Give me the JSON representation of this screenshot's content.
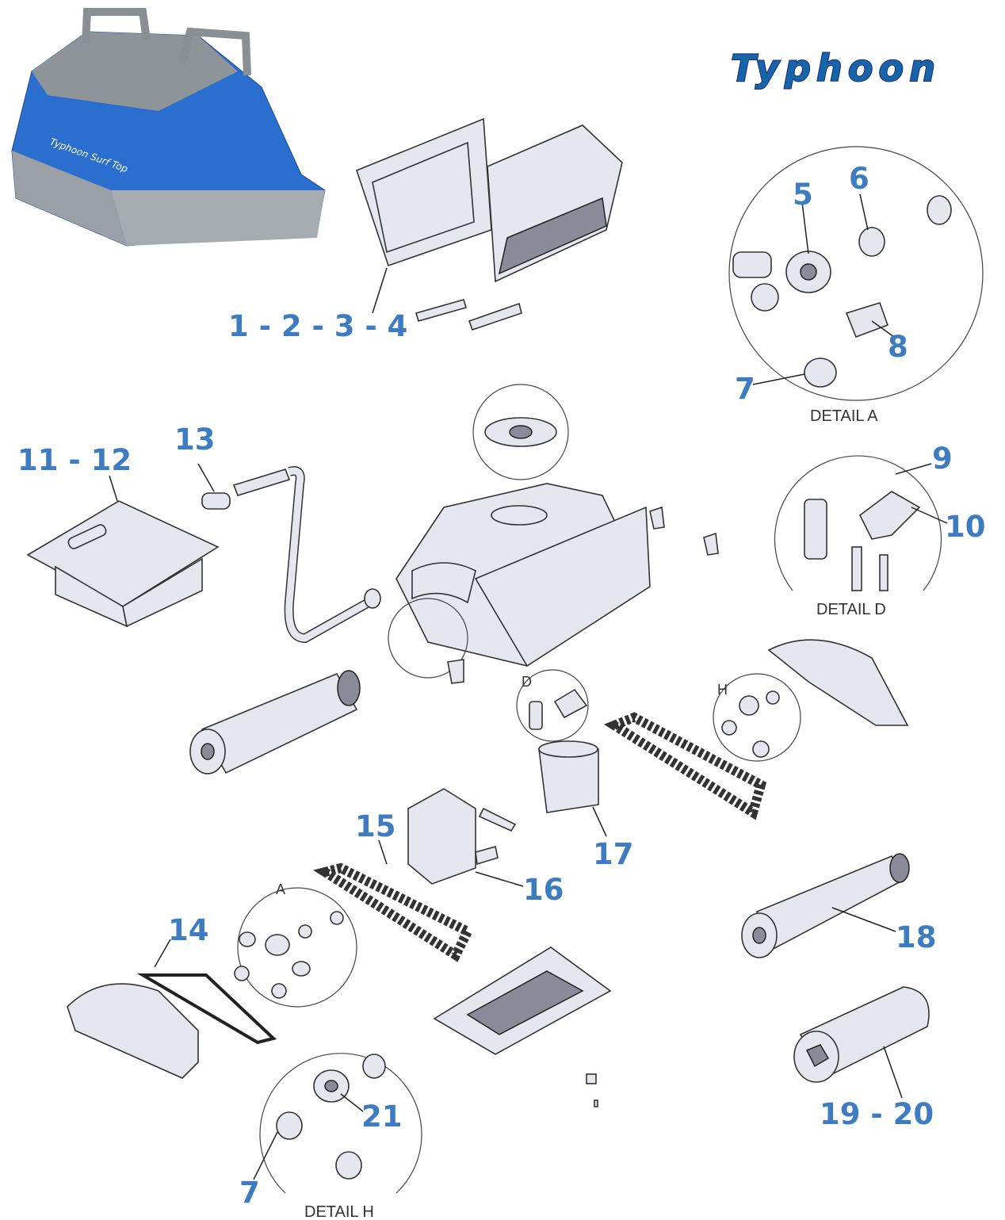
{
  "brand": {
    "logo_text": "Typhoon",
    "product_badge": "Typhoon Surf Top",
    "accent_color": "#3d7cc0",
    "logo_color": "#1565a8"
  },
  "callouts": {
    "c1_4": "1 - 2 - 3 - 4",
    "c5": "5",
    "c6": "6",
    "c7a": "7",
    "c8": "8",
    "c9": "9",
    "c10": "10",
    "c11_12": "11 - 12",
    "c13": "13",
    "c14": "14",
    "c15": "15",
    "c16": "16",
    "c17": "17",
    "c18": "18",
    "c19_20": "19 - 20",
    "c21": "21",
    "c7h": "7"
  },
  "details": {
    "a": "DETAIL A",
    "d": "DETAIL D",
    "h": "DETAIL H"
  },
  "detail_markers": {
    "a": "A",
    "d": "D",
    "h": "H"
  }
}
